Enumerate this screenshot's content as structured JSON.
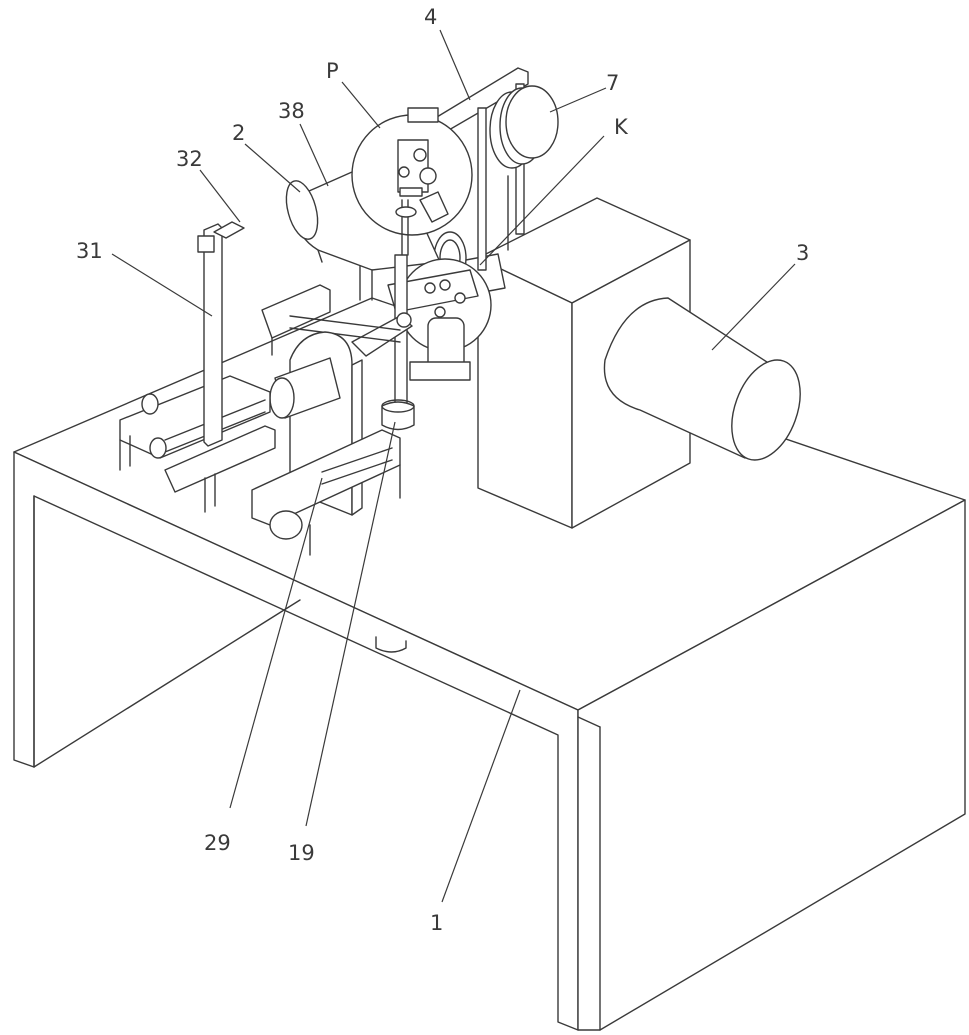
{
  "labels": {
    "label_4": "4",
    "label_P": "P",
    "label_7": "7",
    "label_38": "38",
    "label_2": "2",
    "label_K": "K",
    "label_32": "32",
    "label_31": "31",
    "label_3": "3",
    "label_29": "29",
    "label_19": "19",
    "label_1": "1"
  },
  "colors": {
    "line": "#3a3a3a",
    "background": "#ffffff"
  }
}
